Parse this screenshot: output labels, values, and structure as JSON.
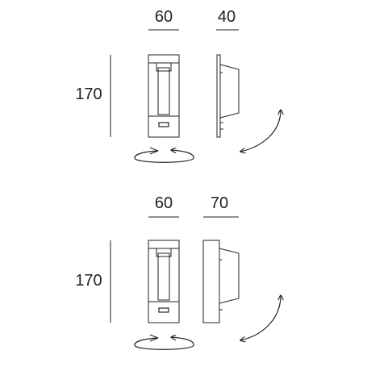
{
  "colors": {
    "line": "#222222",
    "background": "#ffffff"
  },
  "views": [
    {
      "width_label": "60",
      "depth_label": "40",
      "height_label": "170"
    },
    {
      "width_label": "60",
      "depth_label": "70",
      "height_label": "170"
    }
  ]
}
